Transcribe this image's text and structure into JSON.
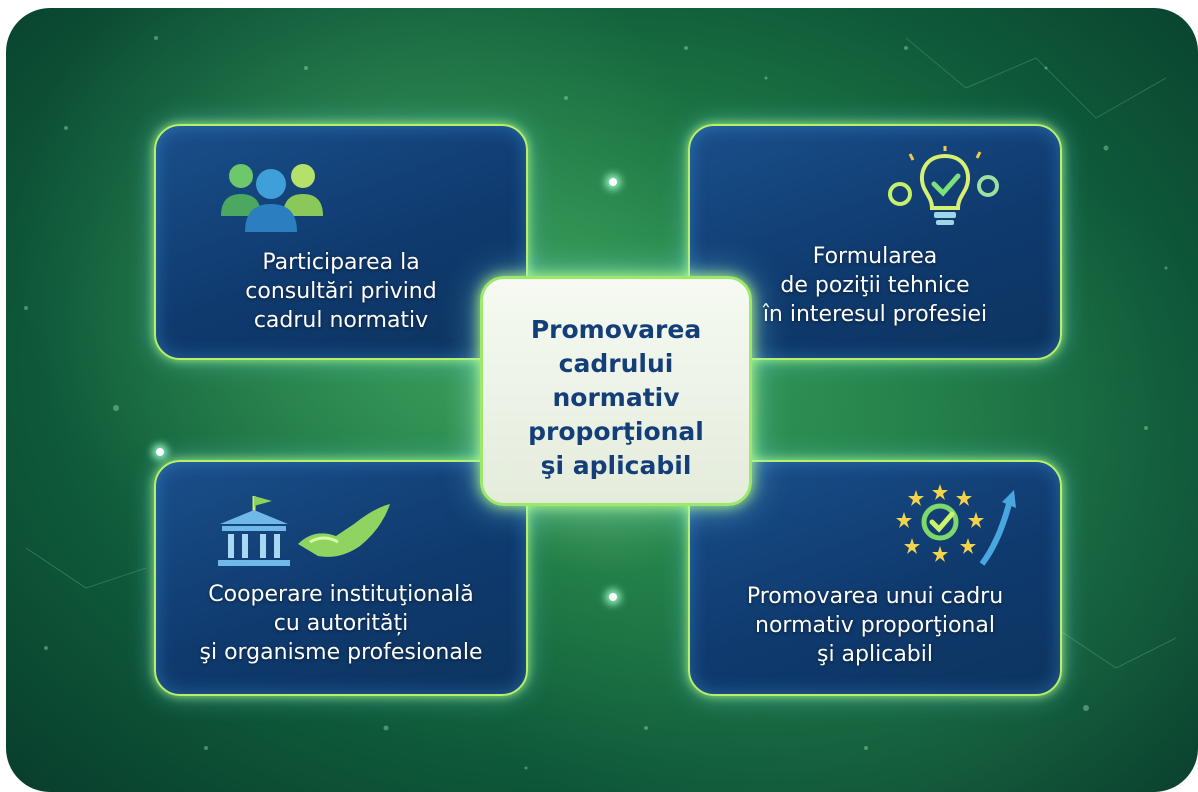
{
  "center": {
    "title": "Promovarea\ncadrului\nnormativ\nproporţional\nşi aplicabil"
  },
  "cards": [
    {
      "id": "top-left",
      "icon": "people-group-icon",
      "label": "Participarea la\nconsultări privind\ncadrul normativ"
    },
    {
      "id": "top-right",
      "icon": "lightbulb-gears-icon",
      "label": "Formularea\nde poziţii tehnice\nîn interesul profesiei"
    },
    {
      "id": "bottom-left",
      "icon": "institution-handshake-icon",
      "label": "Cooperare instituţională\ncu autorități\nşi organisme profesionale"
    },
    {
      "id": "bottom-right",
      "icon": "eu-stars-check-icon",
      "label": "Promovarea unui cadru\nnormativ proporţional\nşi aplicabil"
    }
  ],
  "colors": {
    "background": "#1f7a45",
    "card_fill": "#12427a",
    "card_glow": "#b8f06a",
    "center_fill": "#eef4e8",
    "center_text": "#143e78"
  }
}
